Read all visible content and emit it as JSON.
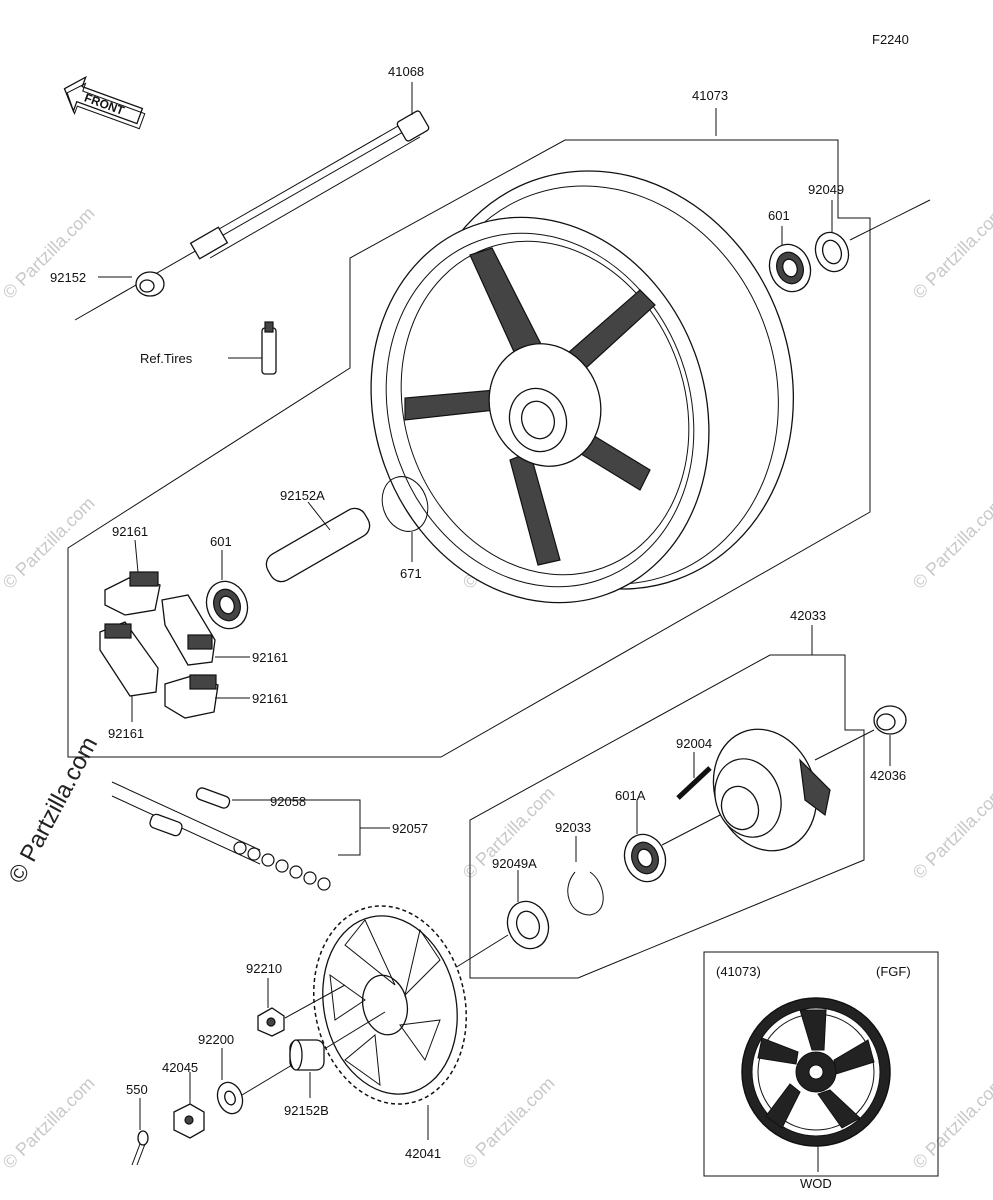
{
  "figure_code": "F2240",
  "front_label": "FRONT",
  "ref_tires_label": "Ref.Tires",
  "parts": {
    "p41068": "41068",
    "p41073": "41073",
    "p92049": "92049",
    "p601_top": "601",
    "p92152": "92152",
    "p92152A": "92152A",
    "p671": "671",
    "p92161_a": "92161",
    "p601_left": "601",
    "p92161_b": "92161",
    "p92161_c": "92161",
    "p92161_d": "92161",
    "p42033": "42033",
    "p92004": "92004",
    "p601A": "601A",
    "p42036": "42036",
    "p92033": "92033",
    "p92049A": "92049A",
    "p92058": "92058",
    "p92057": "92057",
    "p92210": "92210",
    "p92200": "92200",
    "p42045": "42045",
    "p550": "550",
    "p92152B": "92152B",
    "p42041": "42041"
  },
  "inset": {
    "ref_label": "(41073)",
    "variant_label": "(FGF)",
    "color_label": "WOD"
  },
  "watermark": {
    "text": "© Partzilla.com"
  },
  "icons": [
    "front-arrow-icon"
  ],
  "colors": {
    "line": "#111111",
    "watermark": "#c9c9c9",
    "background": "#ffffff"
  }
}
